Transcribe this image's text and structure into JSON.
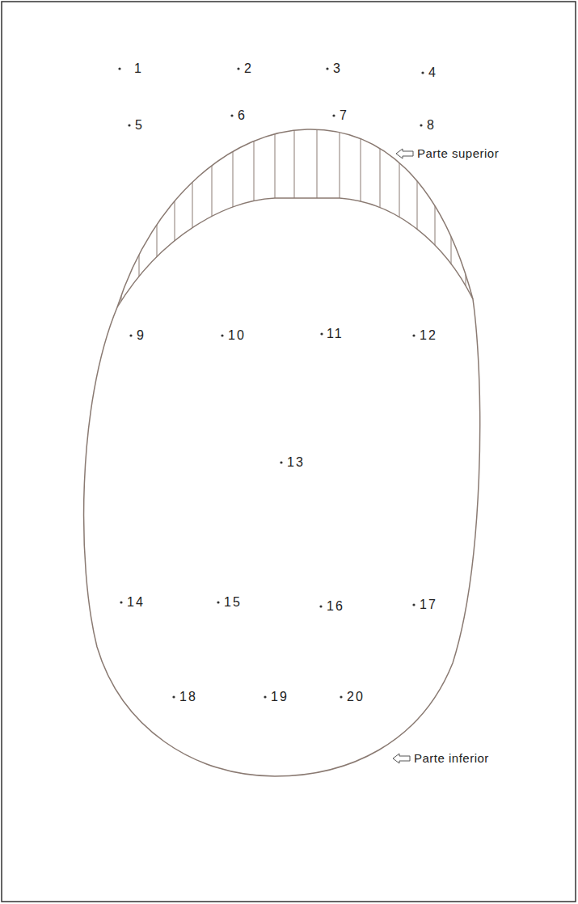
{
  "diagram": {
    "labels": [
      "1",
      "2",
      "3",
      "4",
      "5",
      "6",
      "7",
      "8",
      "9",
      "10",
      "11",
      "12",
      "13",
      "14",
      "15",
      "16",
      "17",
      "18",
      "19",
      "20",
      "Parte superior",
      "Parte inferior"
    ]
  }
}
